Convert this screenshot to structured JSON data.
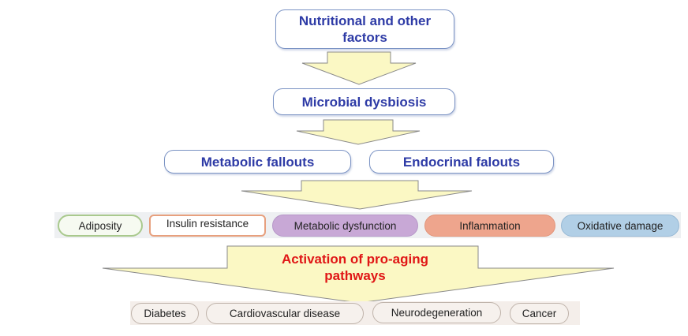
{
  "nodes": {
    "nutritional": "Nutritional and other factors",
    "microbial": "Microbial dysbiosis",
    "metabolic_fallouts": "Metabolic fallouts",
    "endocrinal_falouts": "Endocrinal falouts",
    "activation": "Activation of pro-aging pathways"
  },
  "factors": [
    "Adiposity",
    "Insulin resistance",
    "Metabolic dysfunction",
    "Inflammation",
    "Oxidative damage"
  ],
  "diseases": [
    "Diabetes",
    "Cardiovascular disease",
    "Neurodegeneration",
    "Cancer"
  ],
  "colors": {
    "node_text": "#2e3ba6",
    "activation_text": "#e01616",
    "arrow_fill": "#fbf8c4",
    "arrow_stroke": "#8a8a8a",
    "adiposity": "#a9c98d",
    "insulin_resistance": "#e7a07e",
    "metabolic_dysfunction": "#c8a8d6",
    "inflammation": "#eea58d",
    "oxidative_damage": "#b1cfe6"
  }
}
